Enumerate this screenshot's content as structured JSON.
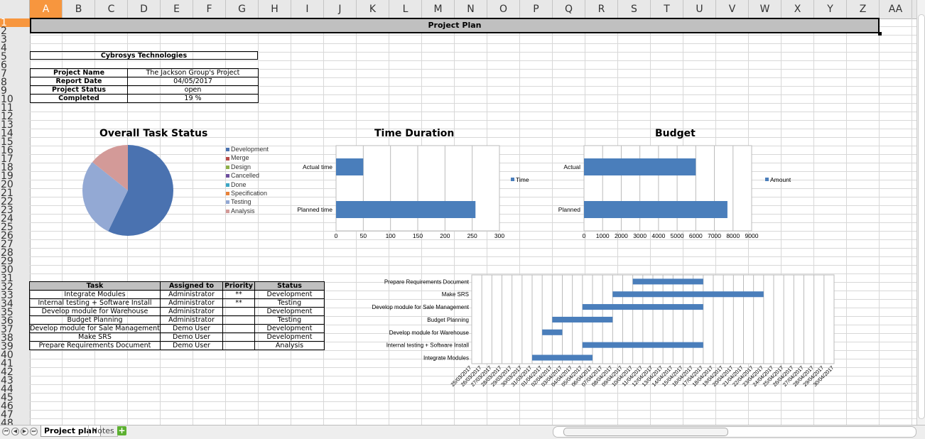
{
  "columns": [
    "A",
    "B",
    "C",
    "D",
    "E",
    "F",
    "G",
    "H",
    "I",
    "J",
    "K",
    "L",
    "M",
    "N",
    "O",
    "P",
    "Q",
    "R",
    "S",
    "T",
    "U",
    "V",
    "W",
    "X",
    "Y",
    "Z",
    "AA"
  ],
  "rows": [
    "1",
    "2",
    "3",
    "4",
    "5",
    "6",
    "7",
    "8",
    "9",
    "10",
    "11",
    "12",
    "13",
    "14",
    "15",
    "16",
    "17",
    "18",
    "19",
    "20",
    "21",
    "22",
    "23",
    "24",
    "25",
    "26",
    "27",
    "28",
    "29",
    "30",
    "31",
    "32",
    "33",
    "34",
    "35",
    "36",
    "37",
    "38",
    "39",
    "40",
    "41",
    "42",
    "43",
    "44",
    "45",
    "46",
    "47",
    "48"
  ],
  "title": "Project Plan",
  "company": "Cybrosys Technologies",
  "info": [
    {
      "key": "Project Name",
      "value": "The Jackson Group's Project"
    },
    {
      "key": "Report Date",
      "value": "04/05/2017"
    },
    {
      "key": "Project Status",
      "value": "open"
    },
    {
      "key": "Completed",
      "value": "19 %"
    }
  ],
  "task_table": {
    "headers": [
      "Task",
      "Assigned to",
      "Priority",
      "Status"
    ],
    "rows": [
      [
        "Integrate Modules",
        "Administrator",
        "**",
        "Development"
      ],
      [
        "Internal testing + Software Install",
        "Administrator",
        "**",
        "Testing"
      ],
      [
        "Develop module for Warehouse",
        "Administrator",
        "",
        "Development"
      ],
      [
        "Budget Planning",
        "Administrator",
        "",
        "Testing"
      ],
      [
        "Develop module for Sale Management",
        "Demo User",
        "",
        "Development"
      ],
      [
        "Make SRS",
        "Demo User",
        "",
        "Development"
      ],
      [
        "Prepare Requirements Document",
        "Demo User",
        "",
        "Analysis"
      ]
    ]
  },
  "chart_data": [
    {
      "type": "pie",
      "title": "Overall Task Status",
      "labels": [
        "Development",
        "Merge",
        "Design",
        "Cancelled",
        "Done",
        "Specification",
        "Testing",
        "Analysis"
      ],
      "values": [
        4,
        0,
        0,
        0,
        0,
        0,
        2,
        1
      ],
      "colors": [
        "#4a72b0",
        "#b94a48",
        "#8fb04a",
        "#6d4f9e",
        "#3da6c4",
        "#e8823a",
        "#93a9d4",
        "#d39a98"
      ],
      "legend": "right"
    },
    {
      "type": "bar",
      "title": "Time Duration",
      "categories": [
        "Actual time",
        "Planned time"
      ],
      "series": [
        {
          "name": "Time",
          "values": [
            50,
            256
          ]
        }
      ],
      "xlim": [
        0,
        300
      ],
      "xticks": [
        0,
        50,
        100,
        150,
        200,
        250,
        300
      ],
      "legend": "right"
    },
    {
      "type": "bar",
      "title": "Budget",
      "categories": [
        "Actual",
        "Planned"
      ],
      "series": [
        {
          "name": "Amount",
          "values": [
            6000,
            7700
          ]
        }
      ],
      "xlim": [
        0,
        9000
      ],
      "xticks": [
        0,
        1000,
        2000,
        3000,
        4000,
        5000,
        6000,
        7000,
        8000,
        9000
      ],
      "legend": "right"
    },
    {
      "type": "bar",
      "title": "",
      "categories": [
        "Prepare Requirements Document",
        "Make SRS",
        "Develop module for Sale Management",
        "Budget Planning",
        "Develop module for Warehouse",
        "Internal testing + Software Install",
        "Integrate Modules"
      ],
      "starts": [
        "10/04/2017",
        "08/04/2017",
        "05/04/2017",
        "02/04/2017",
        "01/04/2017",
        "05/04/2017",
        "31/03/2017"
      ],
      "ends": [
        "17/04/2017",
        "23/04/2017",
        "17/04/2017",
        "08/04/2017",
        "03/04/2017",
        "17/04/2017",
        "06/04/2017"
      ],
      "dates": [
        "25/03/2017",
        "26/03/2017",
        "27/03/2017",
        "28/03/2017",
        "29/03/2017",
        "30/03/2017",
        "31/03/2017",
        "01/04/2017",
        "02/04/2017",
        "03/04/2017",
        "04/04/2017",
        "05/04/2017",
        "06/04/2017",
        "07/04/2017",
        "08/04/2017",
        "09/04/2017",
        "10/04/2017",
        "11/04/2017",
        "12/04/2017",
        "13/04/2017",
        "14/04/2017",
        "15/04/2017",
        "16/04/2017",
        "17/04/2017",
        "18/04/2017",
        "19/04/2017",
        "20/04/2017",
        "21/04/2017",
        "22/04/2017",
        "23/04/2017",
        "24/04/2017",
        "25/04/2017",
        "26/04/2017",
        "27/04/2017",
        "28/04/2017",
        "29/04/2017",
        "30/04/2017"
      ]
    }
  ],
  "sheet_tabs": [
    "Project plan",
    "Notes"
  ],
  "nav_icons": [
    "first-icon",
    "prev-icon",
    "next-icon",
    "last-icon"
  ],
  "colors": {
    "bar": "#4a7ebb",
    "header_selected": "#f7963e",
    "title_bg": "#c0c0c0"
  }
}
